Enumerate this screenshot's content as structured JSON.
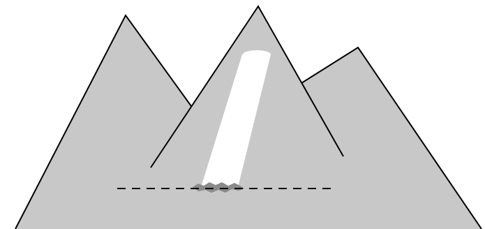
{
  "diagram": {
    "description_free": true,
    "colors": {
      "background": "#ffffff",
      "mountain_fill": "#c8c8c8",
      "outline": "#000000",
      "column_fill": "#ffffff",
      "base_blob_fill": "#8a8a8a",
      "dashed_line": "#000000"
    },
    "elements": {
      "mountains": 3,
      "white_column": 1,
      "dashed_baseline": 1
    }
  }
}
